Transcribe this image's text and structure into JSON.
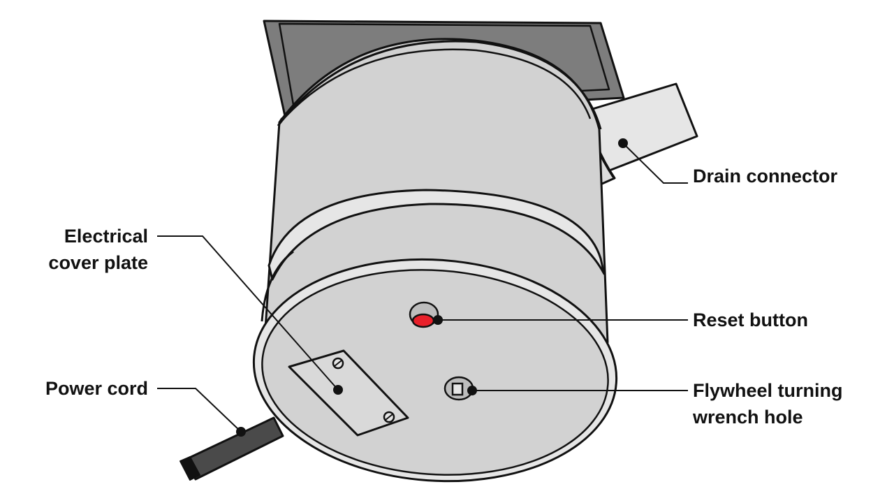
{
  "labels": {
    "electrical_cover_plate": [
      "Electrical",
      "cover plate"
    ],
    "power_cord": [
      "Power cord"
    ],
    "drain_connector": [
      "Drain connector"
    ],
    "reset_button": [
      "Reset button"
    ],
    "flywheel_wrench_hole": [
      "Flywheel turning",
      "wrench hole"
    ]
  },
  "colors": {
    "body": "#d2d2d2",
    "rim": "#e6e6e6",
    "outline": "#111111",
    "mount_plate": "#7d7d7d",
    "reset_button": "#e8202a",
    "cord": "#4a4a4a",
    "plate": "#d9d9d9"
  },
  "icons": {
    "reset_button": "reset-button-icon",
    "wrench_hole": "wrench-hole-icon"
  }
}
